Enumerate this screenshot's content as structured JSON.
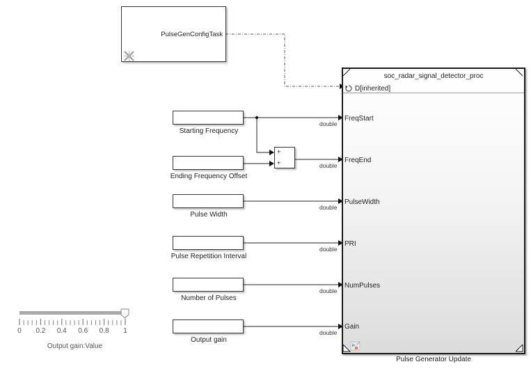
{
  "config_task_block": {
    "port_label": "PulseGenConfigTask"
  },
  "subsystem": {
    "title": "soc_radar_signal_detector_proc",
    "trigger_label": "D[inherited]",
    "name": "Pulse Generator Update",
    "ports": [
      {
        "label": "FreqStart",
        "signal_type": "double"
      },
      {
        "label": "FreqEnd",
        "signal_type": "double"
      },
      {
        "label": "PulseWidth",
        "signal_type": "double"
      },
      {
        "label": "PRI",
        "signal_type": "double"
      },
      {
        "label": "NumPulses",
        "signal_type": "double"
      },
      {
        "label": "Gain",
        "signal_type": "double"
      }
    ]
  },
  "source_blocks": [
    {
      "label": "Starting Frequency"
    },
    {
      "label": "Ending Frequency Offset"
    },
    {
      "label": "Pulse Width"
    },
    {
      "label": "Pulse Repetition Interval"
    },
    {
      "label": "Number of Pulses"
    },
    {
      "label": "Output gain"
    }
  ],
  "sum_block": {
    "signs": [
      "+",
      "+"
    ]
  },
  "slider": {
    "label": "Output gain:Value",
    "value": 1,
    "min": 0,
    "max": 1,
    "tick_labels": [
      "0",
      "0.2",
      "0.4",
      "0.6",
      "0.8",
      "1"
    ]
  }
}
